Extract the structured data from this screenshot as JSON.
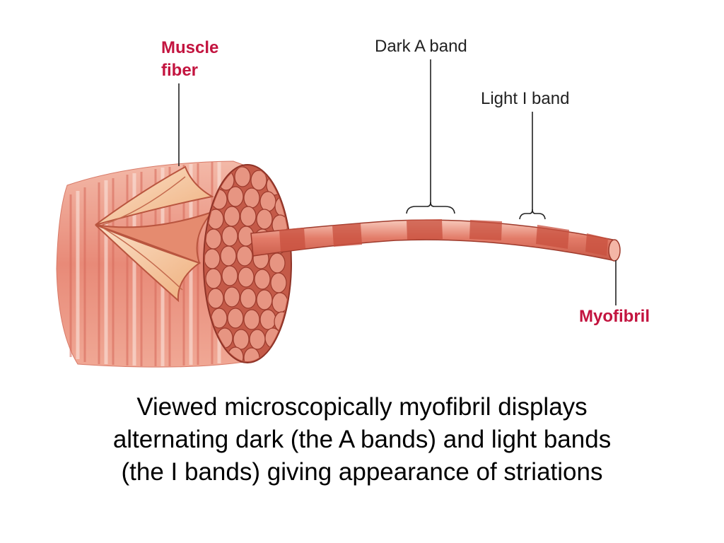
{
  "labels": {
    "muscle_fiber_line1": "Muscle",
    "muscle_fiber_line2": "fiber",
    "dark_a_band": "Dark A band",
    "light_i_band": "Light I band",
    "myofibril": "Myofibril"
  },
  "caption": {
    "line1": "Viewed microscopically myofibril displays",
    "line2": "alternating dark (the A bands) and light bands",
    "line3": "(the I bands) giving appearance of striations"
  },
  "colors": {
    "label_accent": "#c3143f",
    "muscle_pink": "#e88a78",
    "muscle_dark": "#c9503e",
    "muscle_light": "#f6c7b8",
    "leader_line": "#222222"
  }
}
